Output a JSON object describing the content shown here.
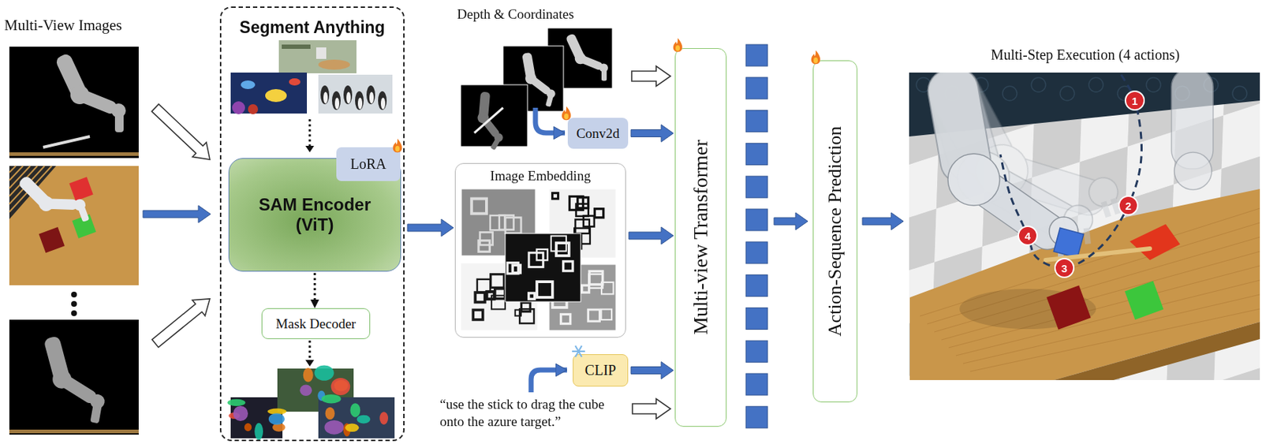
{
  "diagram": {
    "nodes": [
      {
        "text": [
          "Segment Anything"
        ]
      },
      {
        "text": [
          "SAM Encoder (ViT)"
        ],
        "in": 0
      },
      {
        "text": [
          "LoRA"
        ],
        "in": 1
      },
      {
        "text": [
          "Mask Decoder"
        ],
        "in": 0
      },
      {
        "text": [
          "Conv2d"
        ]
      },
      {
        "text": [
          "Image Embedding"
        ]
      },
      {
        "text": [
          "CLIP"
        ]
      },
      {
        "text": [
          "Multi-view Transformer"
        ]
      },
      {
        "text": [
          "Action-Sequence Prediction"
        ]
      }
    ],
    "edges": [
      {
        "from": 1,
        "to": 3,
        "arrow": "to"
      },
      {
        "from": 0,
        "to": 5,
        "arrow": "to"
      },
      {
        "from": 4,
        "to": 7,
        "arrow": "to"
      },
      {
        "from": 5,
        "to": 7,
        "arrow": "to"
      },
      {
        "from": 6,
        "to": 7,
        "arrow": "to"
      }
    ],
    "labels": [
      "Multi-View Images",
      "Depth & Coordinates",
      "“use the stick to drag the cube onto the azure target.”",
      "Multi-Step Execution (4 actions)",
      "1",
      "2",
      "3",
      "4"
    ]
  }
}
